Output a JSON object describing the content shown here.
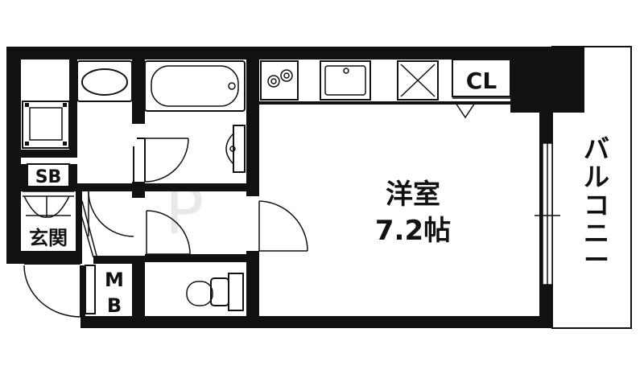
{
  "rooms": {
    "main": {
      "name": "洋室",
      "size": "7.2帖"
    },
    "closet": "CL",
    "shoe_box": "SB",
    "entrance": "玄関",
    "meter_box": [
      "M",
      "B"
    ],
    "balcony": [
      "バ",
      "ル",
      "コ",
      "ニ",
      "ー"
    ]
  },
  "colors": {
    "wall": "#111111",
    "background": "#ffffff"
  }
}
